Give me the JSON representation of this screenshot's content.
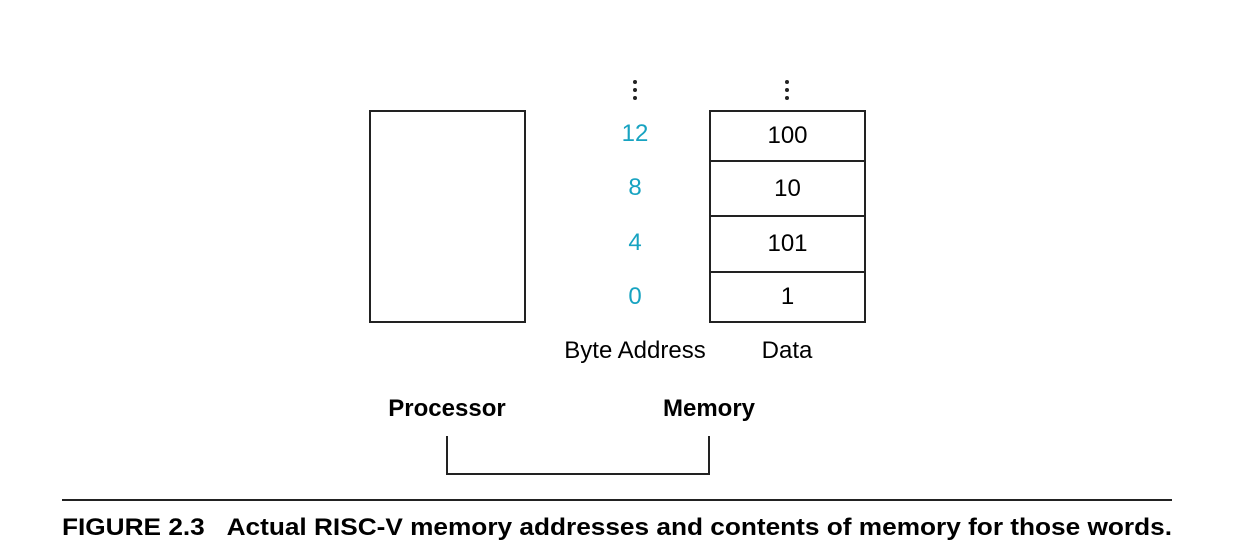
{
  "diagram": {
    "processor_label": "Processor",
    "memory_label": "Memory",
    "address_column_label": "Byte Address",
    "data_column_label": "Data",
    "address_color": "#17a3c1",
    "memory_rows": [
      {
        "address": "12",
        "data": "100"
      },
      {
        "address": "8",
        "data": "10"
      },
      {
        "address": "4",
        "data": "101"
      },
      {
        "address": "0",
        "data": "1"
      }
    ]
  },
  "caption": {
    "label": "FIGURE 2.3",
    "text": "Actual RISC-V memory addresses and contents of memory for those words."
  }
}
